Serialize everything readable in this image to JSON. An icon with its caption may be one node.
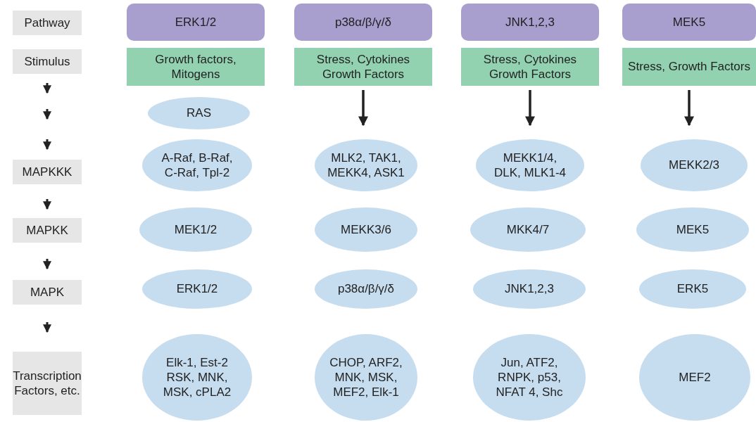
{
  "diagram": {
    "nodes": [
      {
        "text": [
          "Pathway"
        ]
      },
      {
        "text": [
          "ERK1/2"
        ]
      },
      {
        "text": [
          "p38α/β/γ/δ"
        ]
      },
      {
        "text": [
          "JNK1,2,3"
        ]
      },
      {
        "text": [
          "MEK5"
        ]
      },
      {
        "text": [
          "Stimulus"
        ]
      },
      {
        "text": [
          "Growth factors, Mitogens"
        ]
      },
      {
        "text": [
          "Stress, Cytokines Growth Factors"
        ]
      },
      {
        "text": [
          "Stress, Cytokines Growth Factors"
        ]
      },
      {
        "text": [
          "Stress, Growth Factors"
        ]
      },
      {
        "text": [
          "RAS"
        ]
      },
      {
        "text": [
          "MAPKKK"
        ]
      },
      {
        "text": [
          "A-Raf, B-Raf, C-Raf, Tpl-2"
        ]
      },
      {
        "text": [
          "MLK2, TAK1, MEKK4, ASK1"
        ]
      },
      {
        "text": [
          "MEKK1/4, DLK, MLK1-4"
        ]
      },
      {
        "text": [
          "MEKK2/3"
        ]
      },
      {
        "text": [
          "MAPKK"
        ]
      },
      {
        "text": [
          "MEK1/2"
        ]
      },
      {
        "text": [
          "MEKK3/6"
        ]
      },
      {
        "text": [
          "MKK4/7"
        ]
      },
      {
        "text": [
          "MEK5"
        ]
      },
      {
        "text": [
          "MAPK"
        ]
      },
      {
        "text": [
          "ERK1/2"
        ]
      },
      {
        "text": [
          "p38α/β/γ/δ"
        ]
      },
      {
        "text": [
          "JNK1,2,3"
        ]
      },
      {
        "text": [
          "ERK5"
        ]
      },
      {
        "text": [
          "Transcription Factors, etc."
        ]
      },
      {
        "text": [
          "Elk-1, Est-2 RSK, MNK, MSK, cPLA2"
        ]
      },
      {
        "text": [
          "CHOP, ARF2, MNK, MSK, MEF2, Elk-1"
        ]
      },
      {
        "text": [
          "Jun, ATF2, RNPK, p53, NFAT 4, Shc"
        ]
      },
      {
        "text": [
          "MEF2"
        ]
      }
    ],
    "edges": [
      {
        "from": 7,
        "to": 13,
        "arrow": "to"
      },
      {
        "from": 8,
        "to": 14,
        "arrow": "to"
      },
      {
        "from": 9,
        "to": 15,
        "arrow": "to"
      }
    ]
  }
}
